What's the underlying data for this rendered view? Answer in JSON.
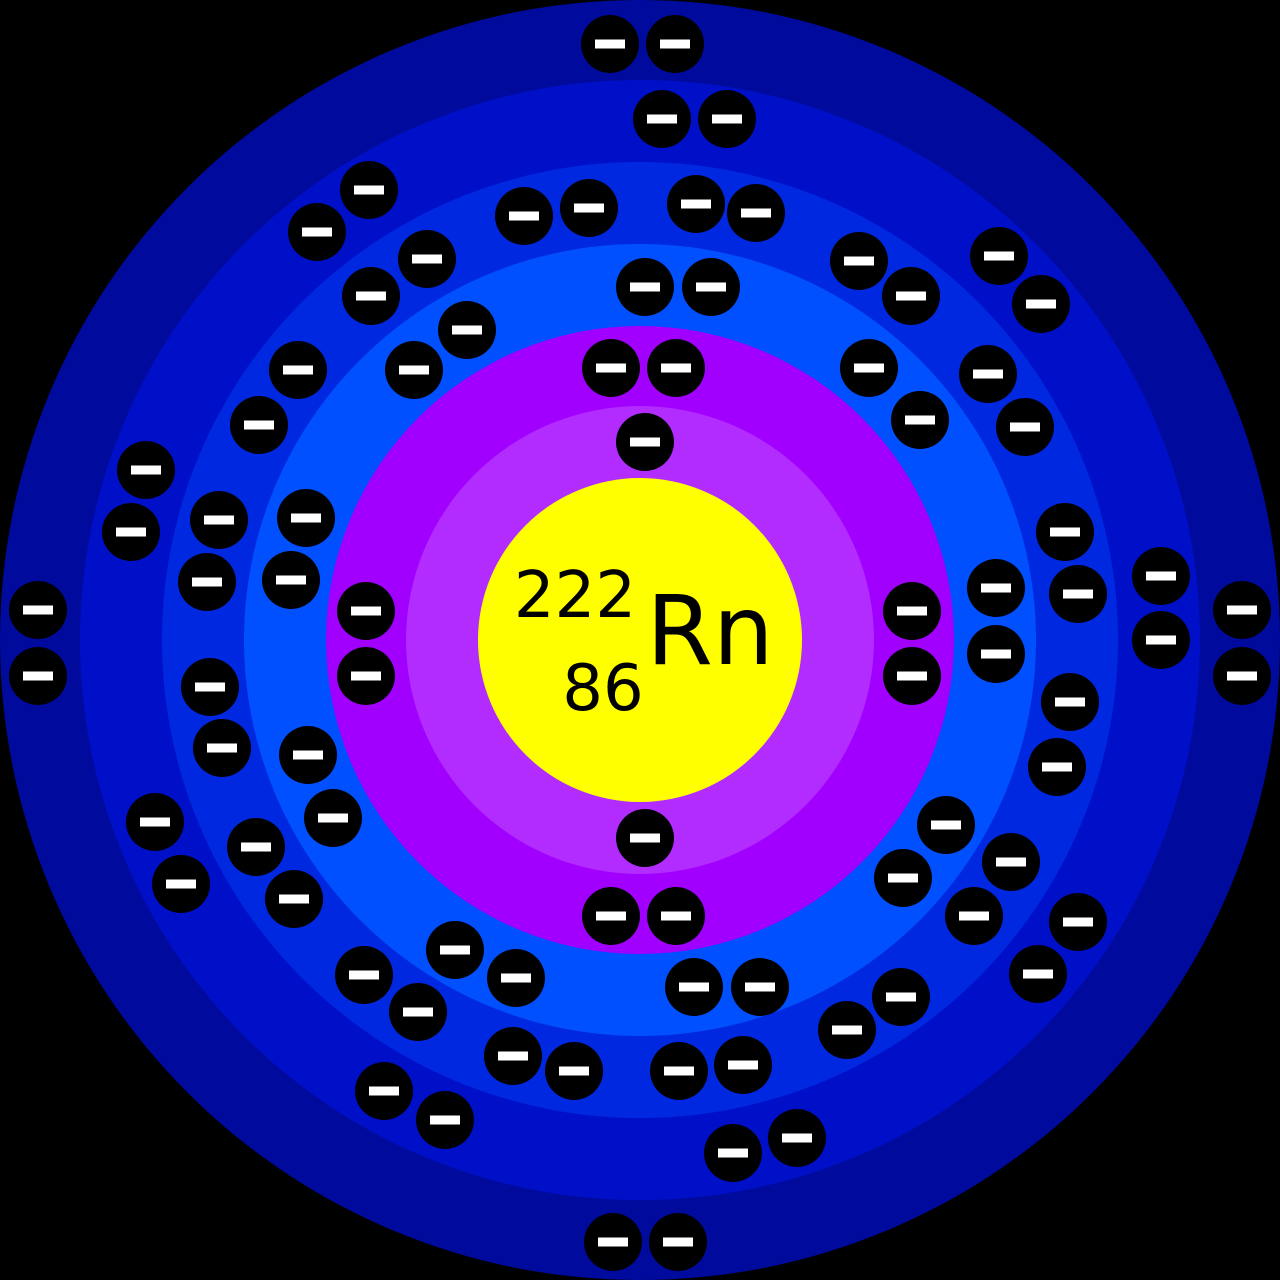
{
  "nucleus": {
    "mass_number": "222",
    "atomic_number": "86",
    "symbol": "Rn",
    "color": "#ffff00"
  },
  "shells": [
    {
      "name": "shell-1",
      "color": "#b22bff",
      "electrons": 2
    },
    {
      "name": "shell-2",
      "color": "#a100ff",
      "electrons": 8
    },
    {
      "name": "shell-3",
      "color": "#0050ff",
      "electrons": 18
    },
    {
      "name": "shell-4",
      "color": "#0028e0",
      "electrons": 32
    },
    {
      "name": "shell-5",
      "color": "#0010c8",
      "electrons": 18
    },
    {
      "name": "shell-6",
      "color": "#000a9c",
      "electrons": 8
    }
  ],
  "electron": {
    "fill": "#000000",
    "sign_color": "#ffffff",
    "sign": "minus"
  },
  "background": "#000000"
}
